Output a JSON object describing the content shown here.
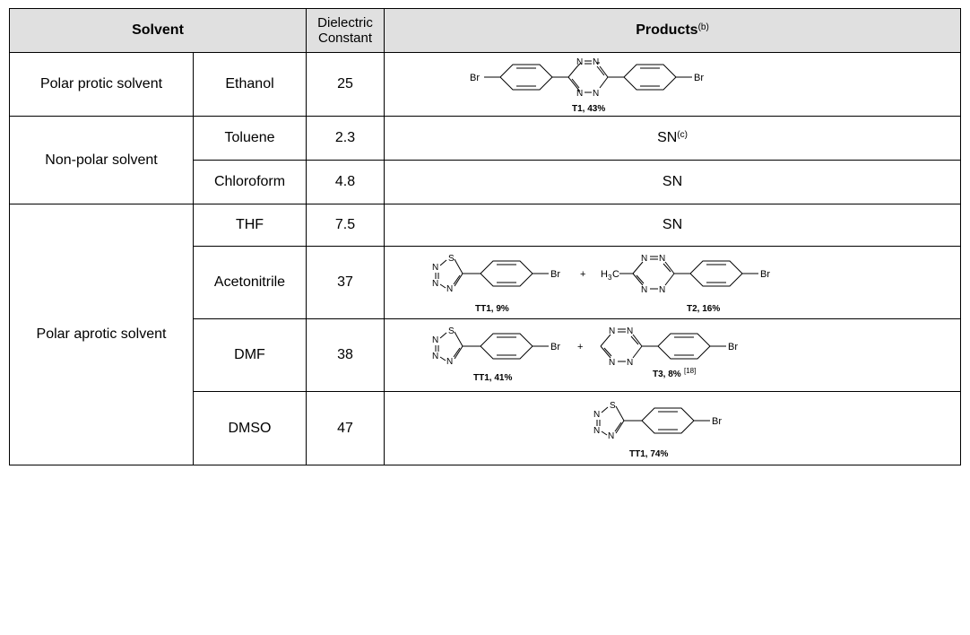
{
  "header": {
    "solvent": "Solvent",
    "dielectric_line1": "Dielectric",
    "dielectric_line2": "Constant",
    "products": "Products",
    "products_sup": "(b)"
  },
  "groups": {
    "protic": "Polar protic solvent",
    "nonpolar": "Non-polar solvent",
    "aprotic": "Polar aprotic solvent"
  },
  "rows": [
    {
      "solvent": "Ethanol",
      "dielectric": "25"
    },
    {
      "solvent": "Toluene",
      "dielectric": "2.3",
      "product": "SN",
      "product_sup": "(c)"
    },
    {
      "solvent": "Chloroform",
      "dielectric": "4.8",
      "product": "SN"
    },
    {
      "solvent": "THF",
      "dielectric": "7.5",
      "product": "SN"
    },
    {
      "solvent": "Acetonitrile",
      "dielectric": "37"
    },
    {
      "solvent": "DMF",
      "dielectric": "38"
    },
    {
      "solvent": "DMSO",
      "dielectric": "47"
    }
  ],
  "structures": {
    "br": "Br",
    "n": "N",
    "s": "S",
    "h3c_h": "H",
    "h3c_3": "3",
    "h3c_c": "C",
    "plus": "+",
    "t1_label": "T1, 43%",
    "tt1_9": "TT1, 9%",
    "t2_16": "T2, 16%",
    "tt1_41": "TT1, 41%",
    "t3_8": "T3, 8%",
    "t3_ref": "[18]",
    "tt1_74": "TT1, 74%"
  }
}
